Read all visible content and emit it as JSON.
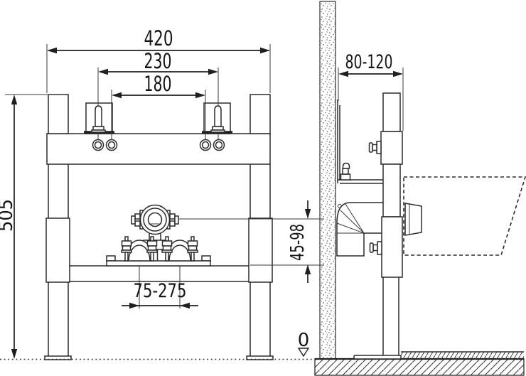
{
  "front_view": {
    "dimensions": {
      "frame_width": "420",
      "stud_spacing": "230",
      "bolt_spacing": "180",
      "frame_height": "505",
      "drain_range": "75-275",
      "clamp_height_range": "45-98"
    }
  },
  "side_view": {
    "dimensions": {
      "wall_offset_range": "80-120"
    },
    "floor_level": "0"
  }
}
